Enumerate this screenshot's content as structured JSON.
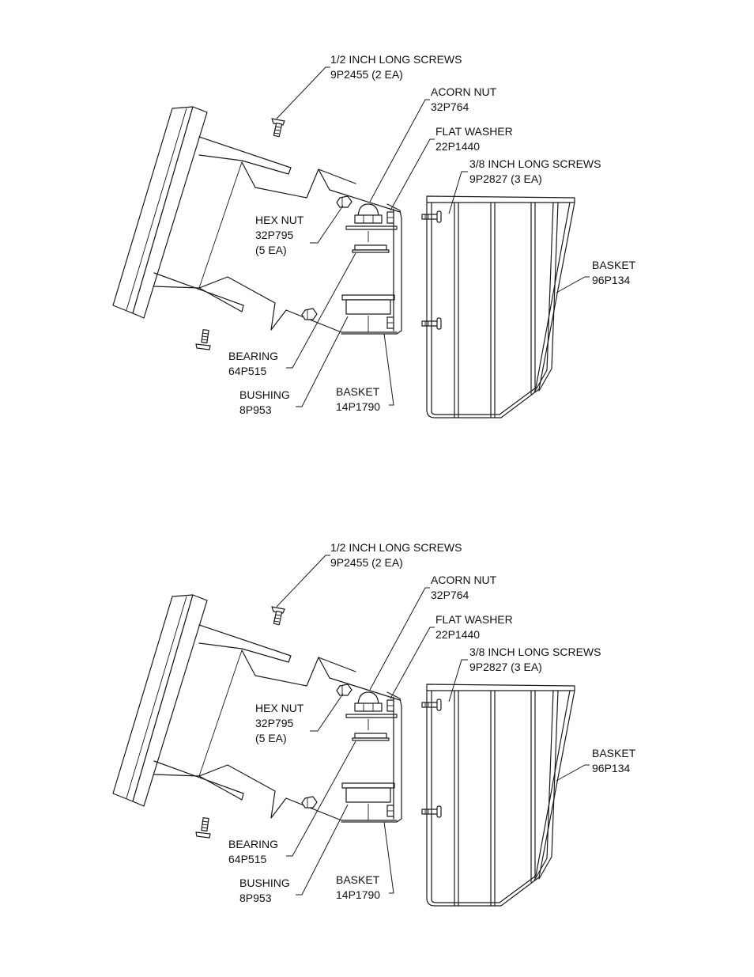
{
  "assemblies": [
    {
      "labels": {
        "screws_half": {
          "line1": "1/2 INCH LONG SCREWS",
          "line2": "9P2455 (2 EA)"
        },
        "acorn_nut": {
          "line1": "ACORN NUT",
          "line2": "32P764"
        },
        "flat_washer": {
          "line1": "FLAT WASHER",
          "line2": "22P1440"
        },
        "screws_3_8": {
          "line1": "3/8 INCH LONG SCREWS",
          "line2": "9P2827 (3 EA)"
        },
        "hex_nut": {
          "line1": "HEX NUT",
          "line2": "32P795",
          "line3": "(5 EA)"
        },
        "basket_wire": {
          "line1": "BASKET",
          "line2": "96P134"
        },
        "bearing": {
          "line1": "BEARING",
          "line2": "64P515"
        },
        "bushing": {
          "line1": "BUSHING",
          "line2": "8P953"
        },
        "basket_bracket": {
          "line1": "BASKET",
          "line2": "14P1790"
        }
      }
    },
    {
      "labels": {
        "screws_half": {
          "line1": "1/2 INCH LONG SCREWS",
          "line2": "9P2455 (2 EA)"
        },
        "acorn_nut": {
          "line1": "ACORN NUT",
          "line2": "32P764"
        },
        "flat_washer": {
          "line1": "FLAT WASHER",
          "line2": "22P1440"
        },
        "screws_3_8": {
          "line1": "3/8 INCH LONG SCREWS",
          "line2": "9P2827 (3 EA)"
        },
        "hex_nut": {
          "line1": "HEX NUT",
          "line2": "32P795",
          "line3": "(5 EA)"
        },
        "basket_wire": {
          "line1": "BASKET",
          "line2": "96P134"
        },
        "bearing": {
          "line1": "BEARING",
          "line2": "64P515"
        },
        "bushing": {
          "line1": "BUSHING",
          "line2": "8P953"
        },
        "basket_bracket": {
          "line1": "BASKET",
          "line2": "14P1790"
        }
      }
    }
  ]
}
